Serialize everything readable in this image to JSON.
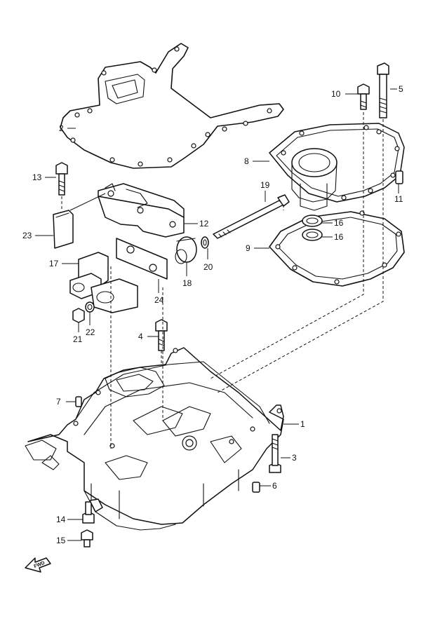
{
  "callouts": [
    {
      "id": "p1",
      "label": "1"
    },
    {
      "id": "p2",
      "label": "2"
    },
    {
      "id": "p3",
      "label": "3"
    },
    {
      "id": "p4",
      "label": "4"
    },
    {
      "id": "p5",
      "label": "5"
    },
    {
      "id": "p6",
      "label": "6"
    },
    {
      "id": "p7",
      "label": "7"
    },
    {
      "id": "p8",
      "label": "8"
    },
    {
      "id": "p9",
      "label": "9"
    },
    {
      "id": "p10",
      "label": "10"
    },
    {
      "id": "p11",
      "label": "11"
    },
    {
      "id": "p12",
      "label": "12"
    },
    {
      "id": "p13",
      "label": "13"
    },
    {
      "id": "p14",
      "label": "14"
    },
    {
      "id": "p15",
      "label": "15"
    },
    {
      "id": "p16a",
      "label": "16"
    },
    {
      "id": "p16b",
      "label": "16"
    },
    {
      "id": "p17",
      "label": "17"
    },
    {
      "id": "p18",
      "label": "18"
    },
    {
      "id": "p19",
      "label": "19"
    },
    {
      "id": "p20",
      "label": "20"
    },
    {
      "id": "p21",
      "label": "21"
    },
    {
      "id": "p22",
      "label": "22"
    },
    {
      "id": "p23",
      "label": "23"
    },
    {
      "id": "p24",
      "label": "24"
    }
  ],
  "direction_marker": {
    "label": "FWD",
    "icon": "forward-arrow-icon"
  }
}
